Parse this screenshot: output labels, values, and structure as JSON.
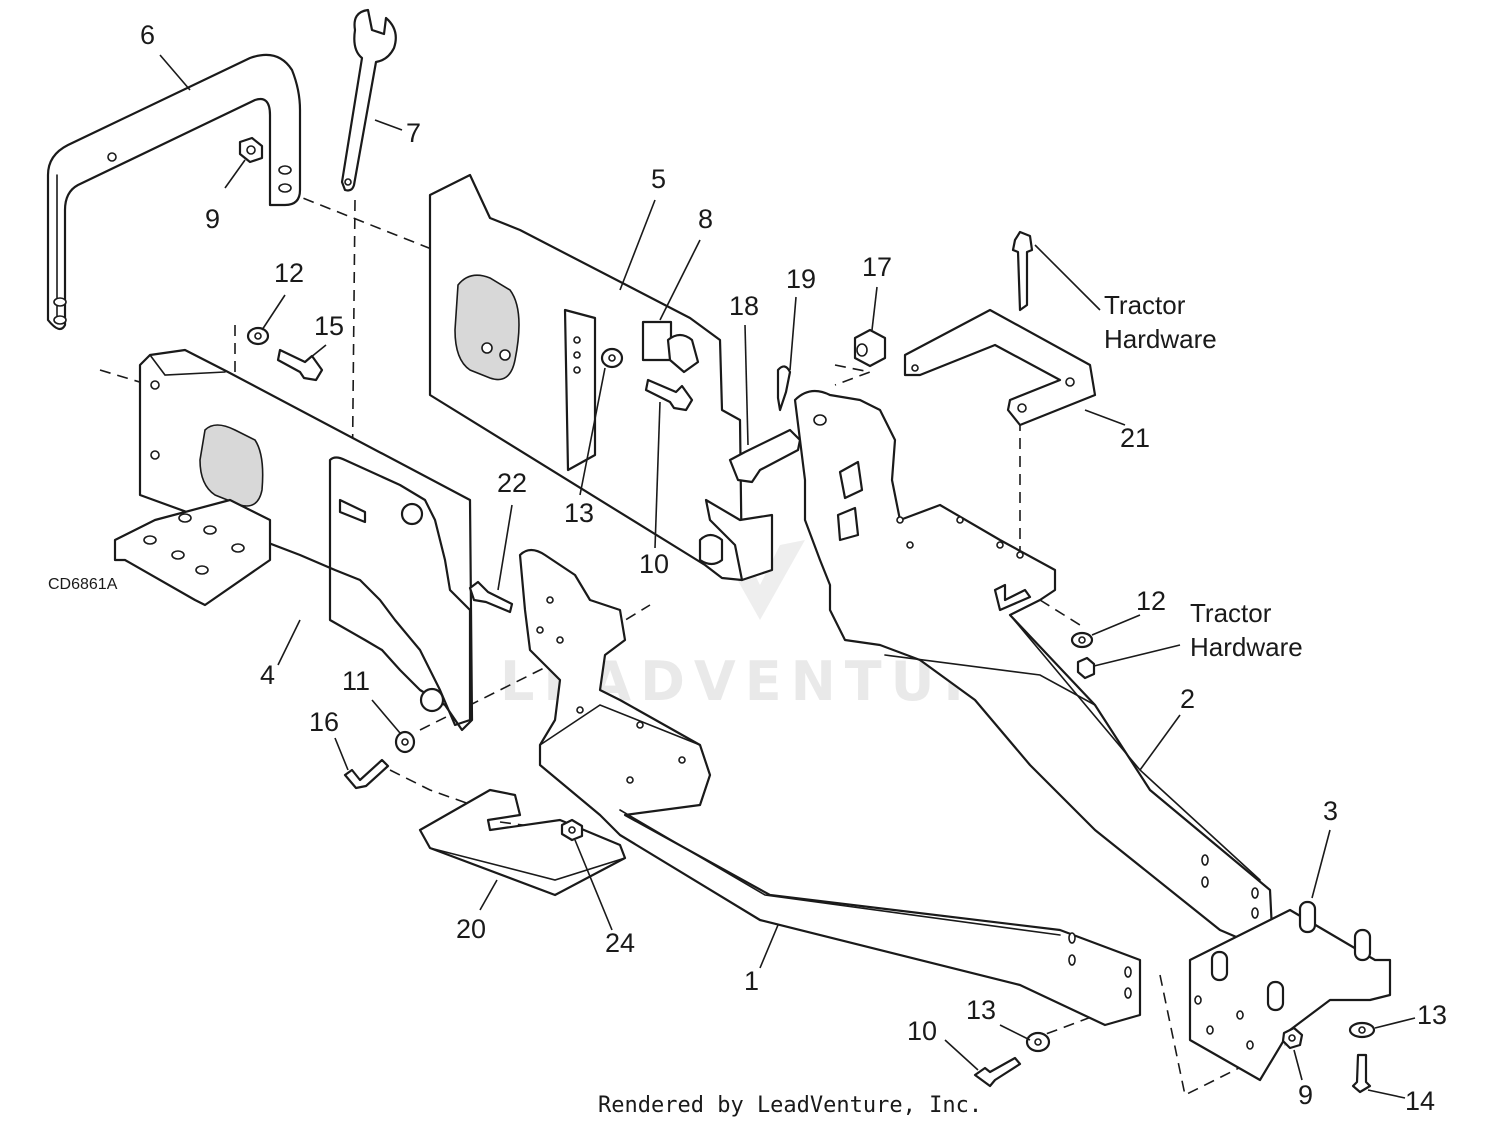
{
  "figure": {
    "drawing_code": "CD6861A",
    "watermark": "LEADVENTURE",
    "footer": "Rendered by LeadVenture, Inc."
  },
  "callouts": {
    "c6": "6",
    "c7": "7",
    "c9a": "9",
    "c5": "5",
    "c8": "8",
    "c12a": "12",
    "c15": "15",
    "c18": "18",
    "c19": "19",
    "c17": "17",
    "c21": "21",
    "c13a": "13",
    "c10a": "10",
    "c22": "22",
    "c4": "4",
    "c11": "11",
    "c16": "16",
    "c12b": "12",
    "c2": "2",
    "c3": "3",
    "c20": "20",
    "c24": "24",
    "c1": "1",
    "c13b": "13",
    "c10b": "10",
    "c13c": "13",
    "c9b": "9",
    "c14": "14"
  },
  "notes": {
    "tractor_hardware_top": [
      "Tractor",
      "Hardware"
    ],
    "tractor_hardware_mid": [
      "Tractor",
      "Hardware"
    ]
  }
}
